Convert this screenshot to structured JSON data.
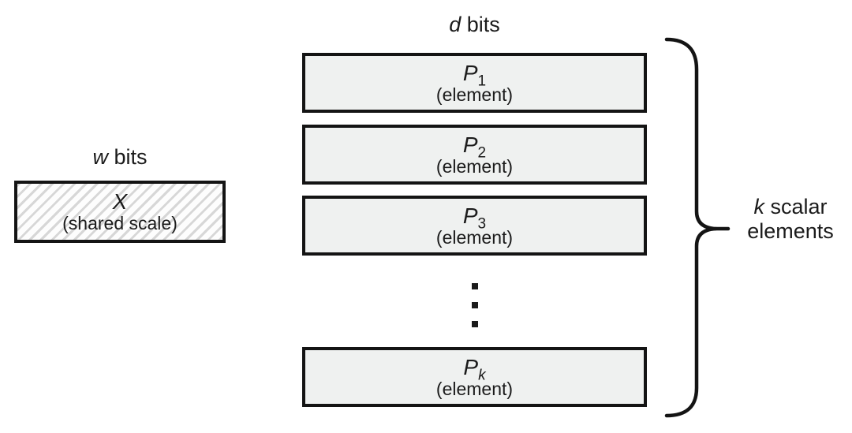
{
  "diagram": {
    "shared_scale": {
      "bits_label_var": "w",
      "bits_label_rest": " bits",
      "symbol": "X",
      "caption": "(shared scale)"
    },
    "elements_column": {
      "bits_label_var": "d",
      "bits_label_rest": " bits",
      "rows": [
        {
          "symbol": "P",
          "subscript": "1",
          "caption": "(element)"
        },
        {
          "symbol": "P",
          "subscript": "2",
          "caption": "(element)"
        },
        {
          "symbol": "P",
          "subscript": "3",
          "caption": "(element)"
        },
        {
          "symbol": "P",
          "subscript": "k",
          "caption": "(element)"
        }
      ]
    },
    "brace_label": {
      "line1_var": "k",
      "line1_rest": " scalar",
      "line2": "elements"
    },
    "colors": {
      "background": "#ffffff",
      "box_border": "#141414",
      "element_box_fill": "#eff1f0",
      "hatch_stripe": "#d7d7d7",
      "hatch_background": "#fdfdfd",
      "text": "#1b1b1b"
    }
  }
}
